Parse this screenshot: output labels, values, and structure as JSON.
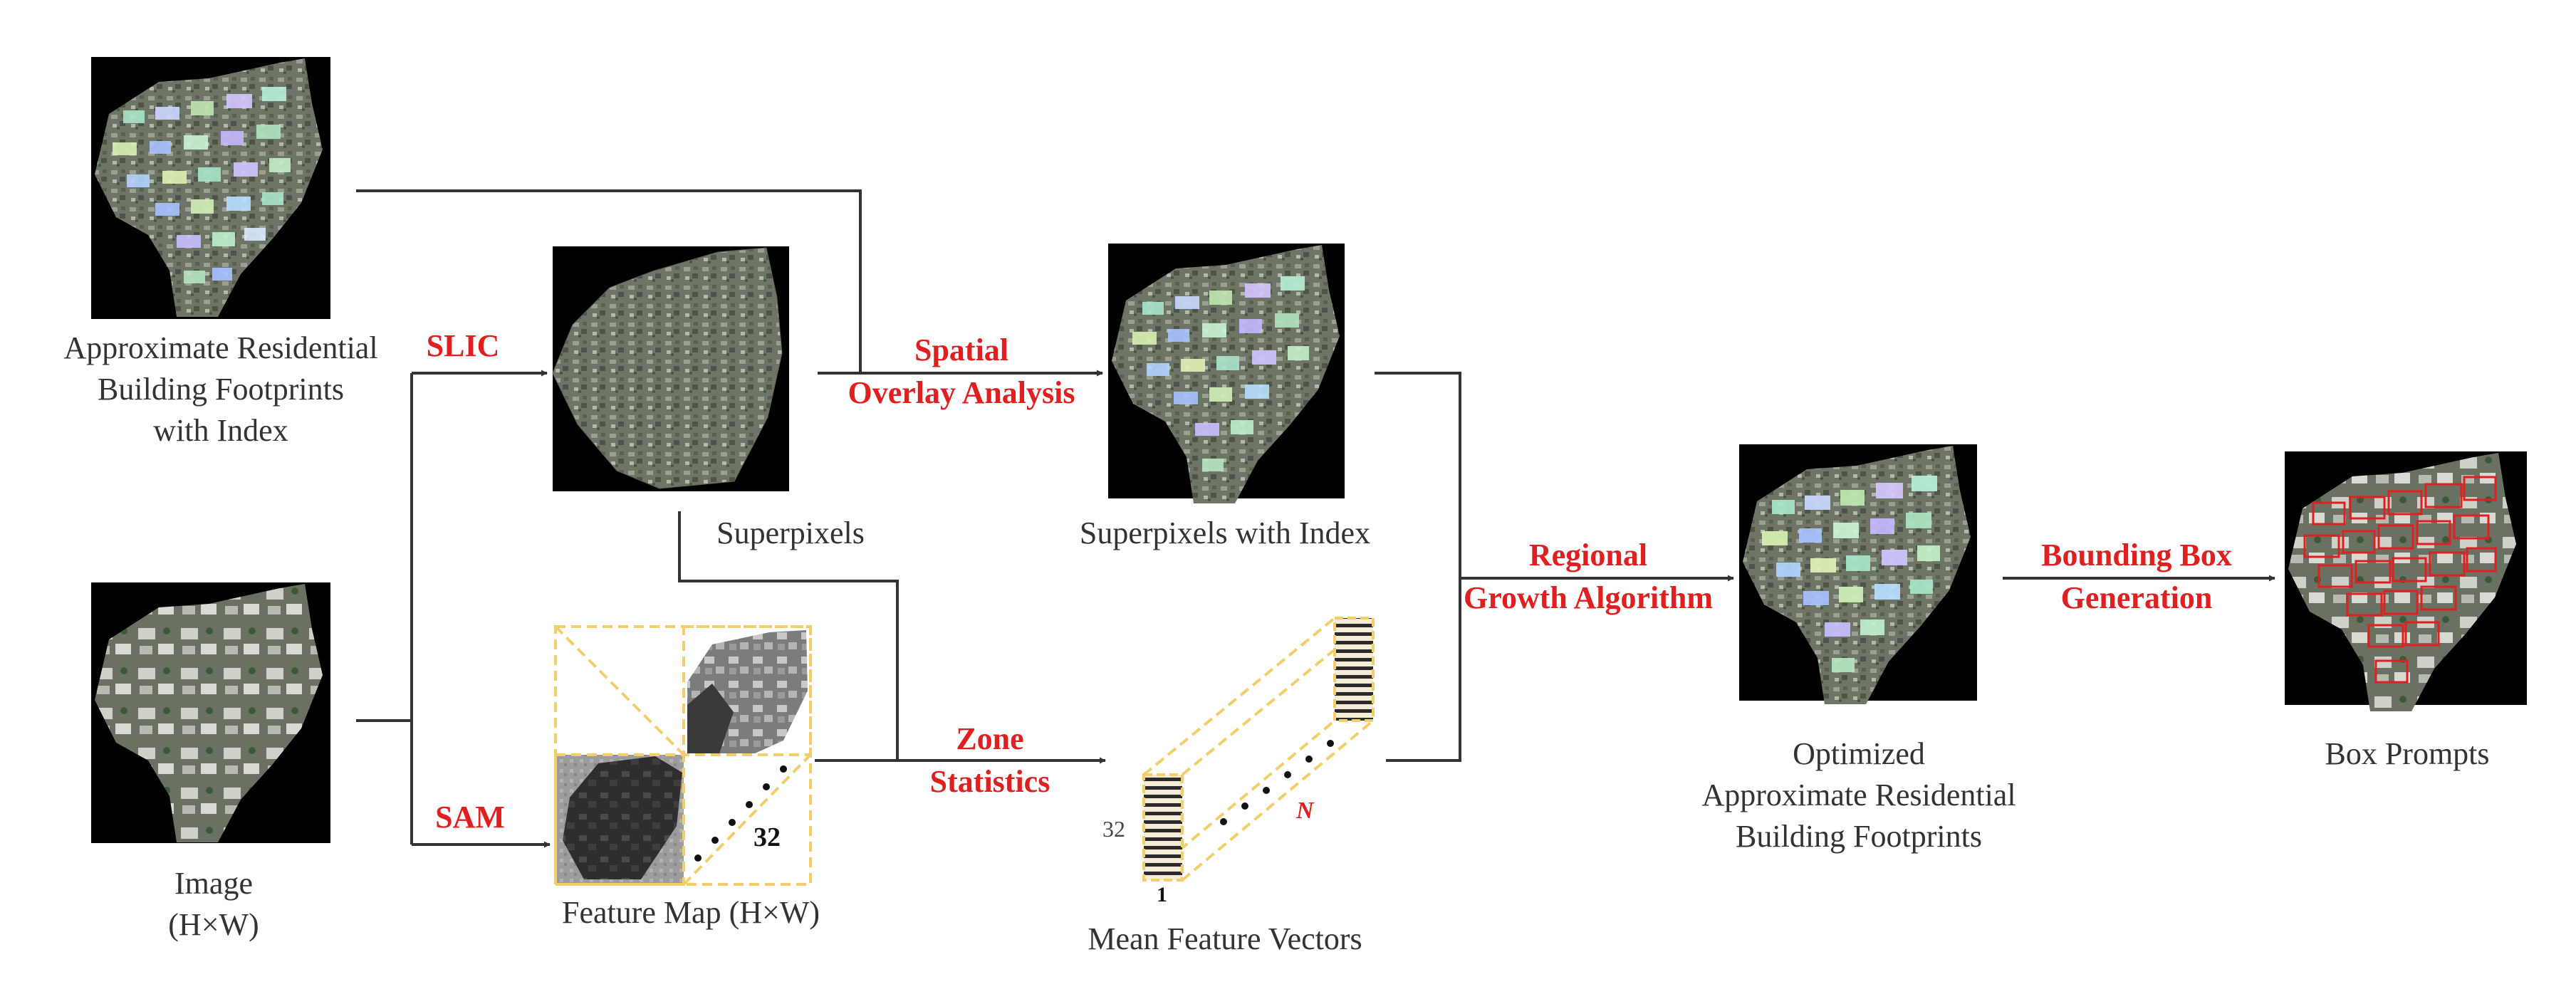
{
  "labels": {
    "footprints_line1": "Approximate Residential",
    "footprints_line2": "Building Footprints",
    "footprints_line3": "with Index",
    "image_line1": "Image",
    "image_line2": "(H×W)",
    "superpixels": "Superpixels",
    "feature_map": "Feature Map (H×W)",
    "superpixels_index": "Superpixels with Index",
    "mean_vectors": "Mean Feature Vectors",
    "optimized_line1": "Optimized",
    "optimized_line2": "Approximate Residential",
    "optimized_line3": "Building Footprints",
    "box_prompts": "Box Prompts"
  },
  "operations": {
    "slic": "SLIC",
    "sam": "SAM",
    "spatial_line1": "Spatial",
    "spatial_line2": "Overlay Analysis",
    "zone_line1": "Zone",
    "zone_line2": "Statistics",
    "regional_line1": "Regional",
    "regional_line2": "Growth Algorithm",
    "bbox_line1": "Bounding Box",
    "bbox_line2": "Generation"
  },
  "feature_map": {
    "channels": "32"
  },
  "vectors": {
    "dim": "32",
    "first": "1",
    "count": "N"
  },
  "colors": {
    "accent_red": "#e02020",
    "arrow": "#333333",
    "dashed_yellow": "#f2cf6a"
  }
}
